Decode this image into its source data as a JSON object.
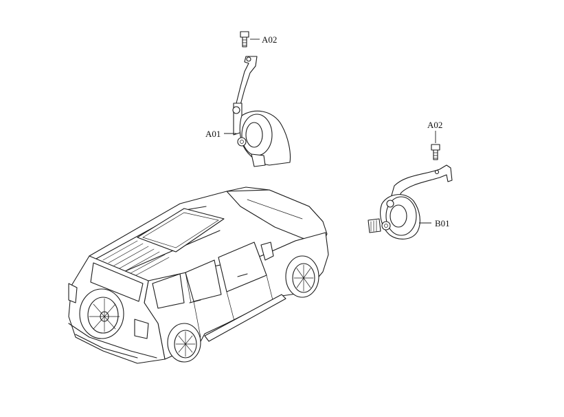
{
  "callouts": {
    "a02_top": "A02",
    "a01": "A01",
    "a02_right": "A02",
    "b01": "B01"
  }
}
